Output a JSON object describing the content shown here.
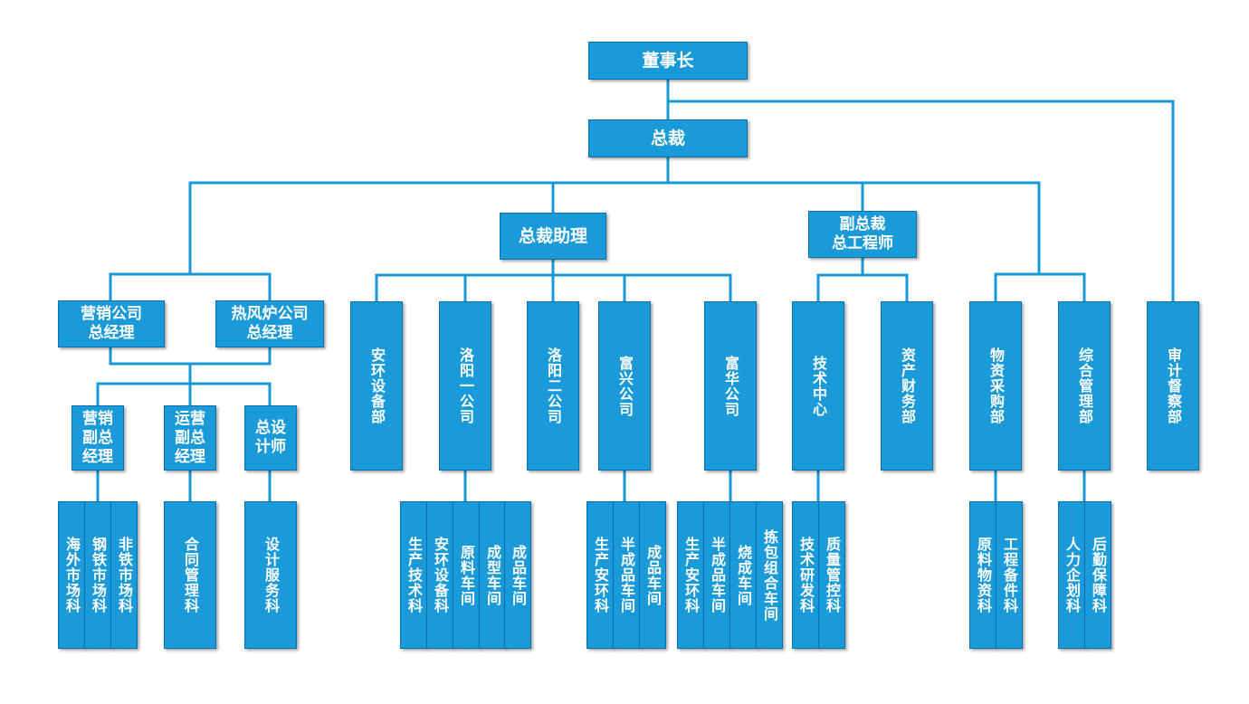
{
  "chairman": "董事长",
  "president": "总裁",
  "assistant": "总裁助理",
  "vice_president": "副总裁\n总工程师",
  "sales_gm": "营销公司\n总经理",
  "hotblast_gm": "热风炉公司\n总经理",
  "sales_vgm": "营销\n副总\n经理",
  "ops_vgm": "运营\n副总\n经理",
  "chief_designer": "总设\n计师",
  "units": {
    "anhuan": "安环设备部",
    "luoyang1": "洛阳一公司",
    "luoyang2": "洛阳二公司",
    "fuxing": "富兴公司",
    "fuhua": "富华公司",
    "tech_center": "技术中心",
    "finance": "资产财务部",
    "purchasing": "物资采购部",
    "general_mgmt": "综合管理部",
    "audit": "审计督察部"
  },
  "depts": {
    "overseas": "海外市场科",
    "steel": "钢铁市场科",
    "nonferrous": "非铁市场科",
    "contract": "合同管理科",
    "design_service": "设计服务科",
    "l1_prod_tech": "生产技术科",
    "l1_safety_equip": "安环设备科",
    "l1_raw_workshop": "原料车间",
    "l1_forming_workshop": "成型车间",
    "l1_finished_workshop": "成品车间",
    "fx_safety": "生产安环科",
    "fx_semi": "半成品车间",
    "fx_finished": "成品车间",
    "fh_safety": "生产安环科",
    "fh_semi": "半成品车间",
    "fh_firing": "烧成车间",
    "fh_packing": "拣包组合车间",
    "tech_rd": "技术研发科",
    "quality": "质量管控科",
    "raw_materials": "原料物资科",
    "engineering_parts": "工程备件科",
    "hr_planning": "人力企划科",
    "logistics": "后勤保障科"
  }
}
